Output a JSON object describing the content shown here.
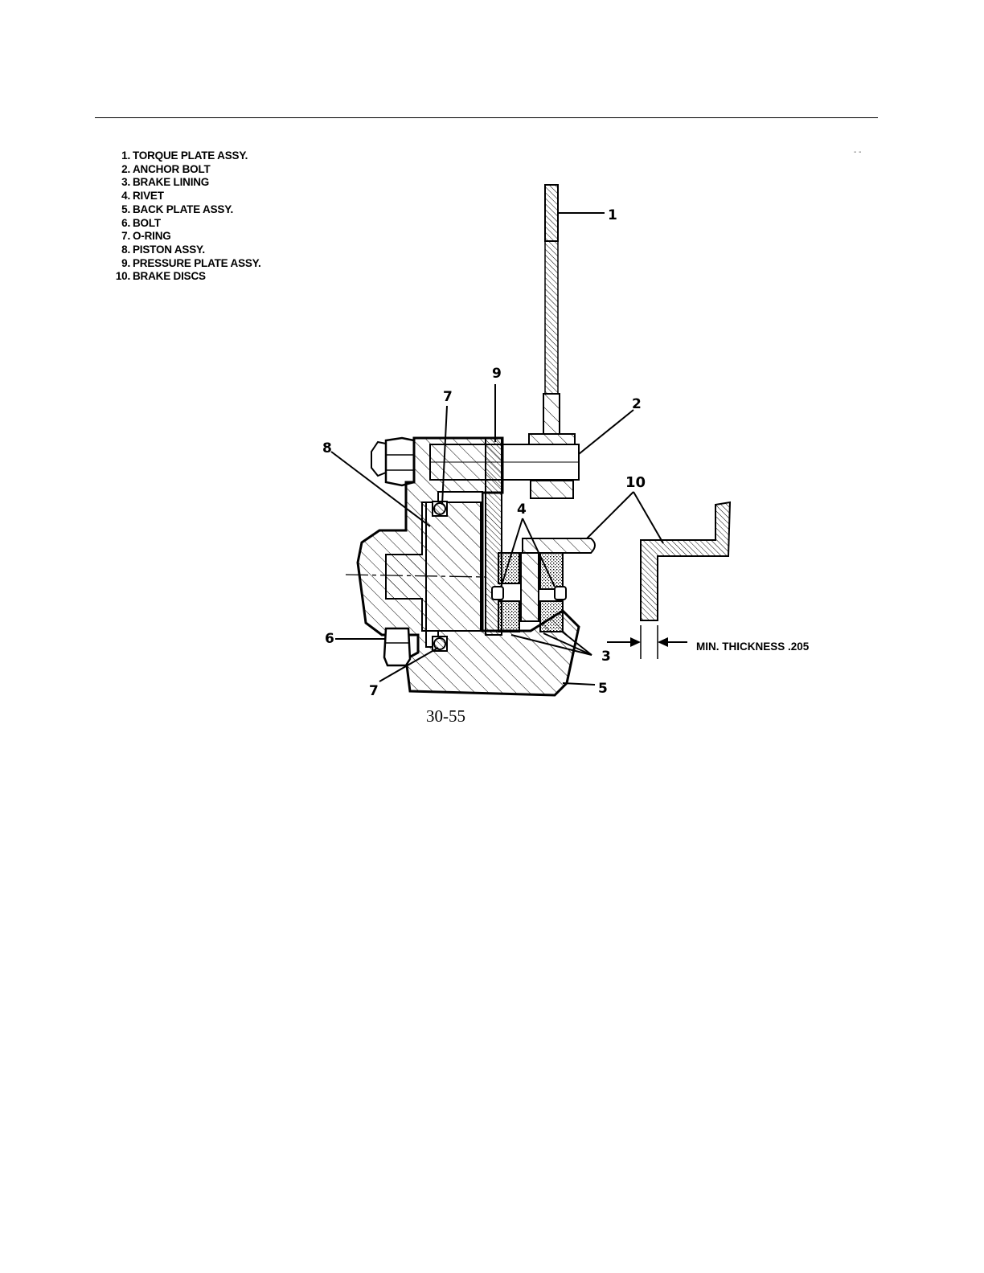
{
  "legend": [
    {
      "num": "1.",
      "label": "TORQUE PLATE ASSY."
    },
    {
      "num": "2.",
      "label": "ANCHOR BOLT"
    },
    {
      "num": "3.",
      "label": "BRAKE LINING"
    },
    {
      "num": "4.",
      "label": "RIVET"
    },
    {
      "num": "5.",
      "label": "BACK PLATE ASSY."
    },
    {
      "num": "6.",
      "label": "BOLT"
    },
    {
      "num": "7.",
      "label": "O-RING"
    },
    {
      "num": "8.",
      "label": "PISTON ASSY."
    },
    {
      "num": "9.",
      "label": "PRESSURE PLATE ASSY."
    },
    {
      "num": "10.",
      "label": "BRAKE DISCS"
    }
  ],
  "corner_mark": "- -",
  "callouts": {
    "c1": "1",
    "c2": "2",
    "c3": "3",
    "c4": "4",
    "c5": "5",
    "c6": "6",
    "c7a": "7",
    "c7b": "7",
    "c8": "8",
    "c9": "9",
    "c10": "10"
  },
  "dimension_label": "MIN. THICKNESS .205",
  "figure_number": "30-55"
}
